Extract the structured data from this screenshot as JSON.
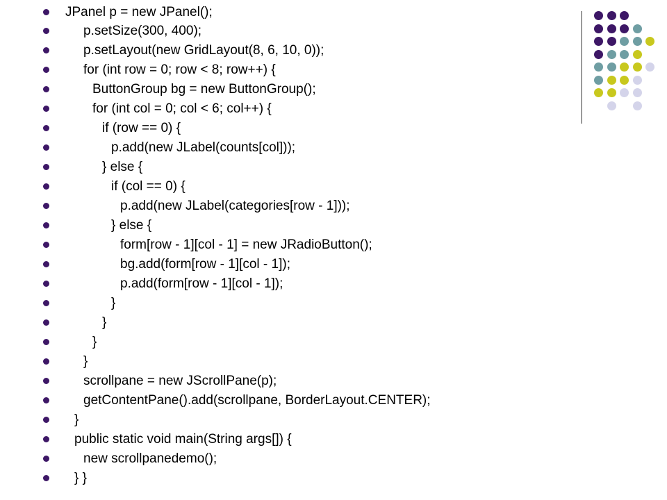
{
  "code_lines": [
    "JPanel p = new JPanel();",
    "p.setSize(300, 400);",
    "p.setLayout(new GridLayout(8, 6, 10, 0));",
    "for (int row = 0; row < 8; row++) {",
    "ButtonGroup bg = new ButtonGroup();",
    "for (int col = 0; col < 6; col++) {",
    "if (row == 0) {",
    "p.add(new JLabel(counts[col]));",
    "} else {",
    "if (col == 0) {",
    "p.add(new JLabel(categories[row - 1]));",
    "} else {",
    "form[row - 1][col - 1] = new JRadioButton();",
    "bg.add(form[row - 1][col - 1]);",
    "p.add(form[row - 1][col - 1]);",
    "}",
    "}",
    "}",
    "}",
    "scrollpane = new JScrollPane(p);",
    "getContentPane().add(scrollpane, BorderLayout.CENTER);",
    "}",
    "public static void main(String args[]) {",
    "new scrollpanedemo();",
    "} }"
  ],
  "colors": {
    "bullet": "#3d1766",
    "purple": "#3d1766",
    "teal": "#6f9ea3",
    "yellow": "#c8c81e",
    "lavender": "#d4d4ea"
  }
}
